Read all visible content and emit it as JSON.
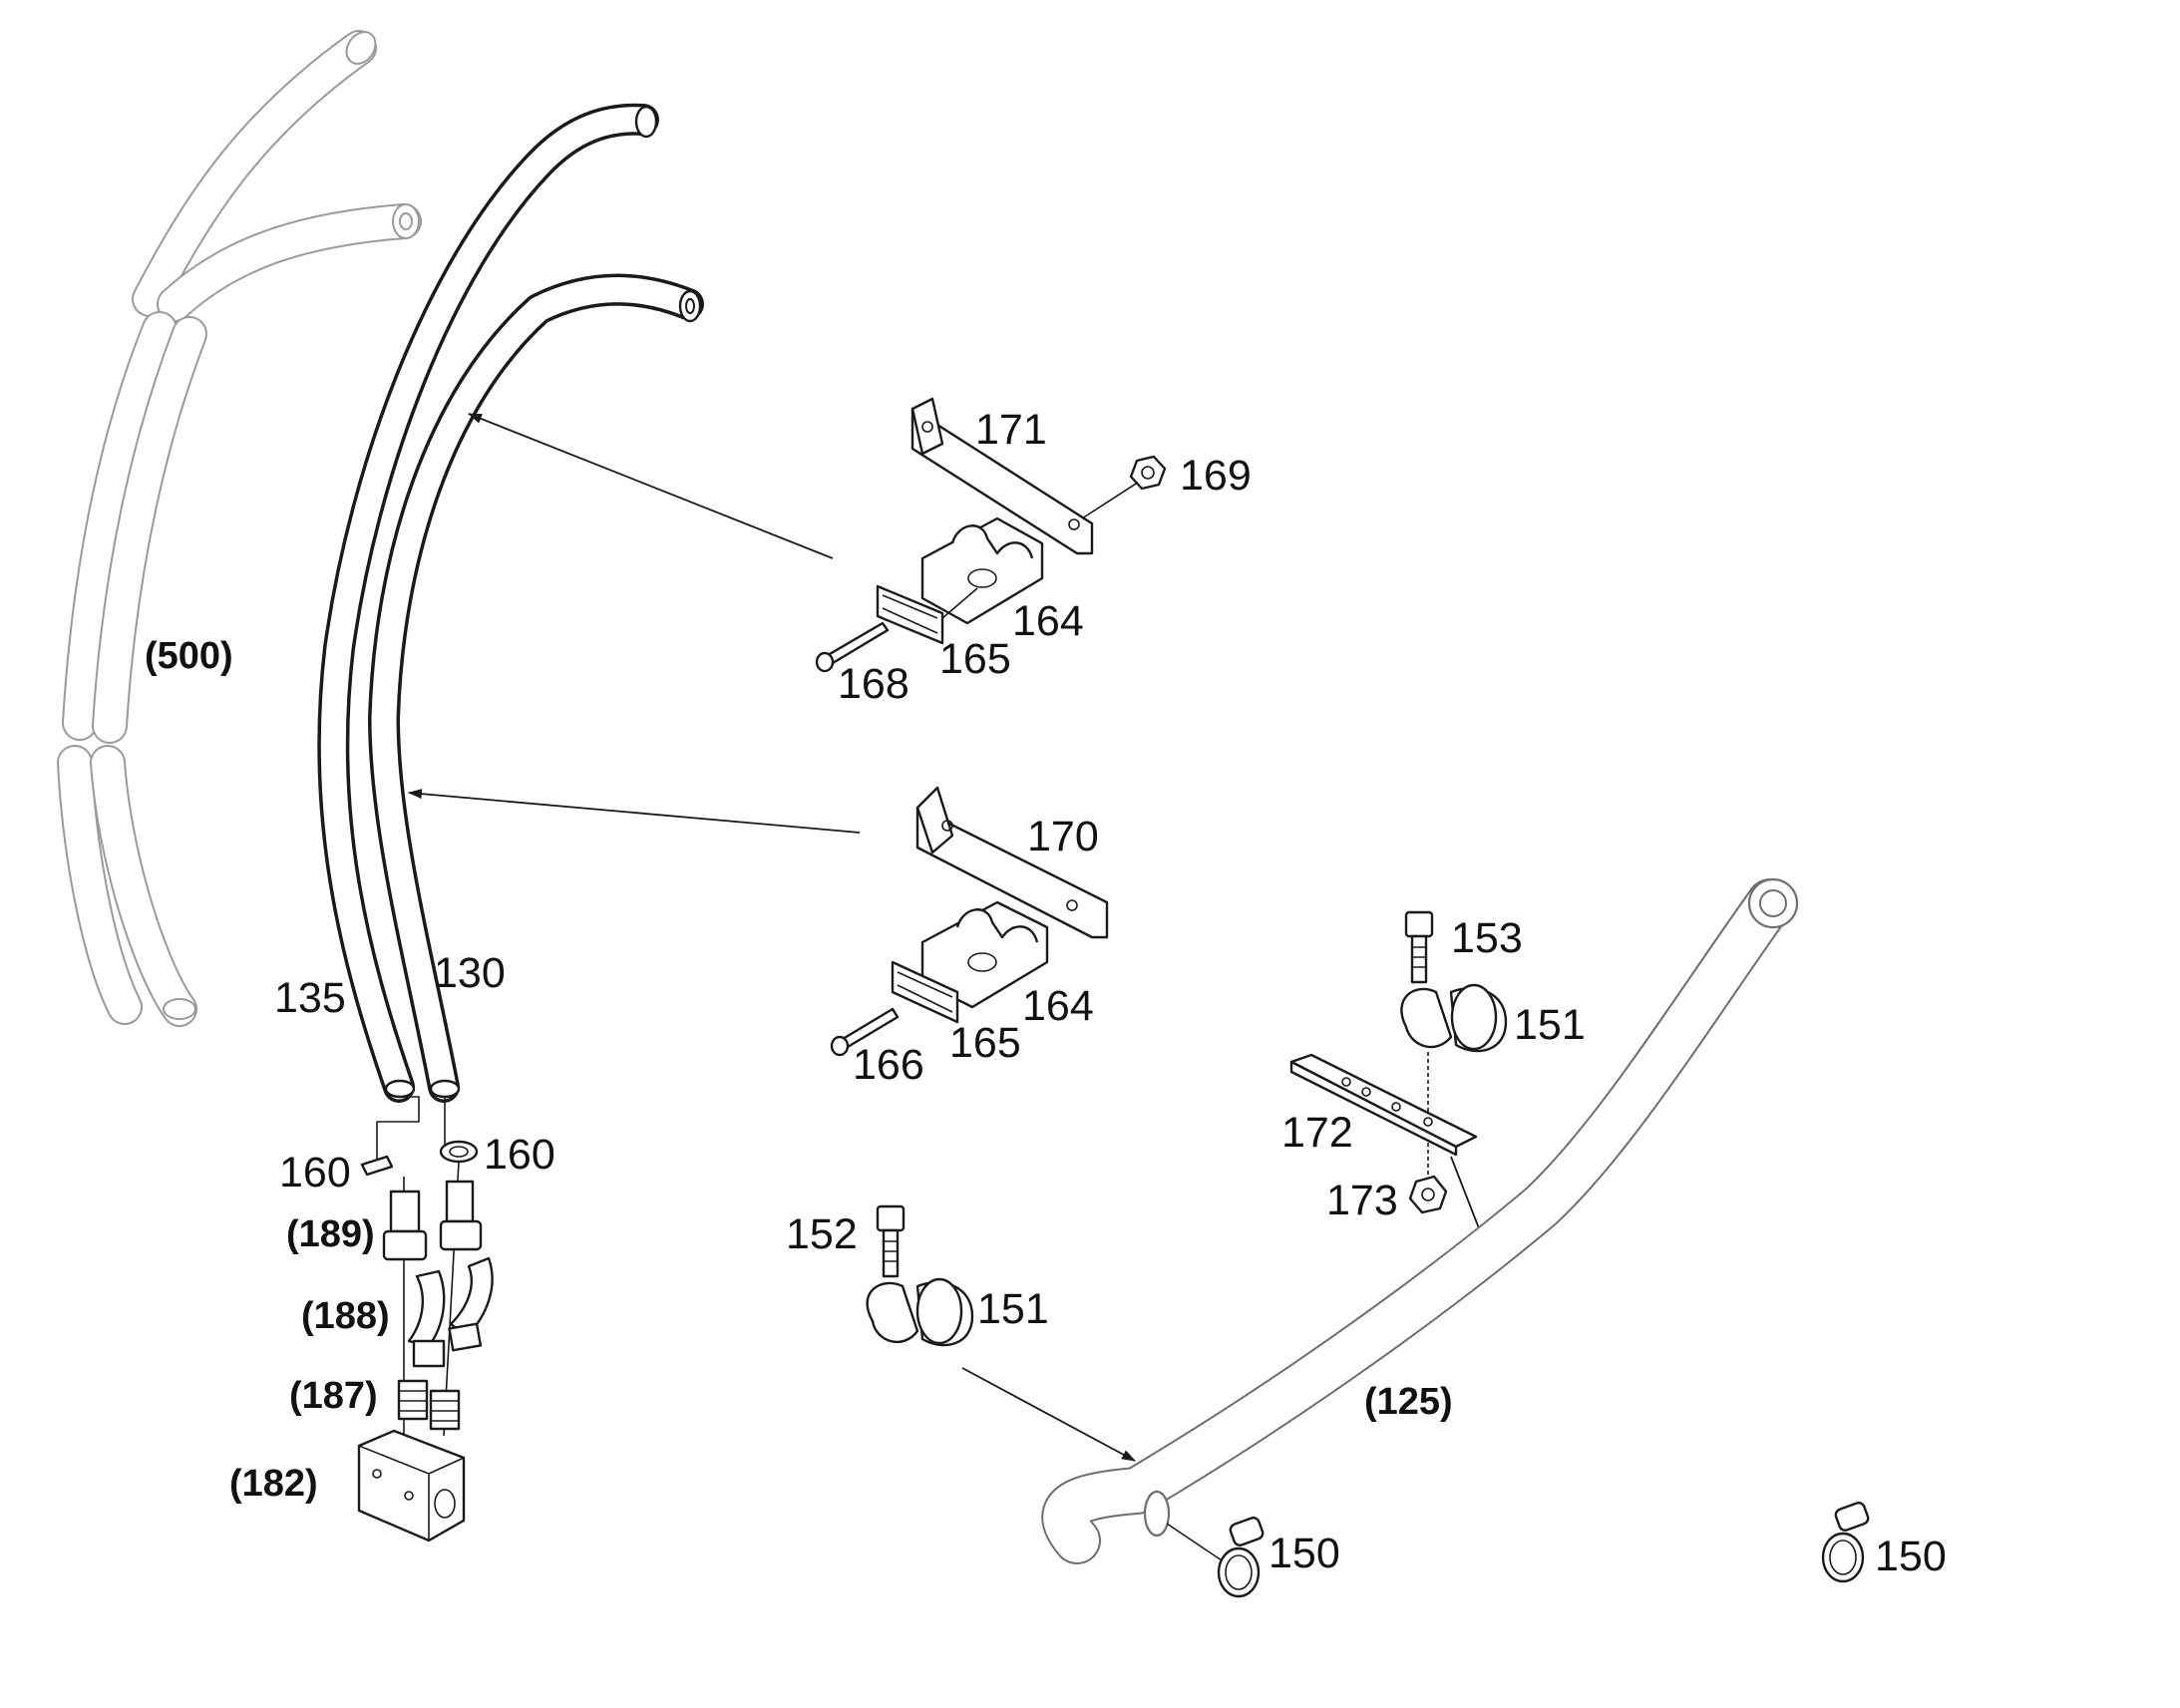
{
  "callouts": {
    "ref_500": "(500)",
    "p171": "171",
    "p169": "169",
    "p164_top": "164",
    "p165_top": "165",
    "p168": "168",
    "p170": "170",
    "p164_mid": "164",
    "p165_mid": "165",
    "p166": "166",
    "p135": "135",
    "p130": "130",
    "p160_left": "160",
    "p160_right": "160",
    "ref_189": "(189)",
    "ref_188": "(188)",
    "ref_187": "(187)",
    "ref_182": "(182)",
    "p153": "153",
    "p151_upper": "151",
    "p172": "172",
    "p173": "173",
    "p152": "152",
    "p151_lower": "151",
    "ref_125": "(125)",
    "p150_left": "150",
    "p150_right": "150"
  }
}
